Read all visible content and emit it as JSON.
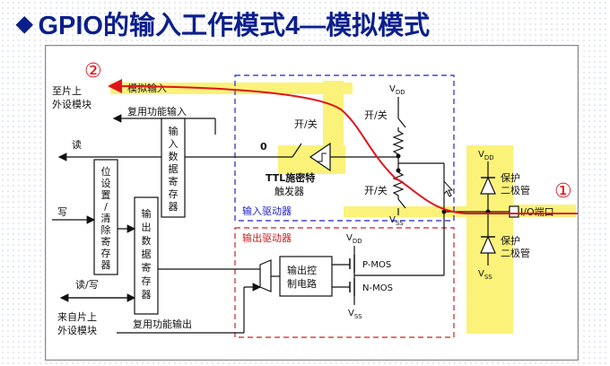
{
  "title": {
    "bullet": "◆",
    "text": "GPIO的输入工作模式4—模拟模式"
  },
  "diagram": {
    "markers": {
      "m1": "①",
      "m2": "②"
    },
    "left": {
      "to_chip_line1": "至片上",
      "to_chip_line2": "外设模块",
      "analog_input": "模拟输入",
      "alt_input": "复用功能输入",
      "read": "读",
      "write": "写",
      "read_write": "读/写",
      "from_chip_line1": "来自片上",
      "from_chip_line2": "外设模块",
      "alt_output": "复用功能输出"
    },
    "blocks": {
      "input_data_register": [
        "输",
        "入",
        "数",
        "据",
        "寄",
        "存",
        "器"
      ],
      "bit_set_reset": [
        "位",
        "设",
        "置",
        "/",
        "清",
        "除",
        "寄",
        "存",
        "器"
      ],
      "output_data_register": [
        "输",
        "出",
        "数",
        "据",
        "寄",
        "存",
        "器"
      ],
      "output_control_line1": "输出控",
      "output_control_line2": "制电路"
    },
    "input_driver": {
      "label": "输入驱动器",
      "zero": "0",
      "switch": "开/关",
      "ttl_line1": "TTL施密特",
      "ttl_line2": "触发器",
      "vdd": "V",
      "vdd_sub": "DD",
      "vss": "V",
      "vss_sub": "SS",
      "switch_upper": "开/关",
      "switch_lower": "开/关"
    },
    "output_driver": {
      "label": "输出驱动器",
      "pmos": "P-MOS",
      "nmos": "N-MOS",
      "vdd": "V",
      "vdd_sub": "DD",
      "vss": "V",
      "vss_sub": "SS"
    },
    "protection": {
      "vdd": "V",
      "vdd_sub": "DD",
      "vss": "V",
      "vss_sub": "SS",
      "diode_top_line1": "保护",
      "diode_top_line2": "二极管",
      "diode_bottom_line1": "保护",
      "diode_bottom_line2": "二极管"
    },
    "io_pin": "I/O端口"
  }
}
